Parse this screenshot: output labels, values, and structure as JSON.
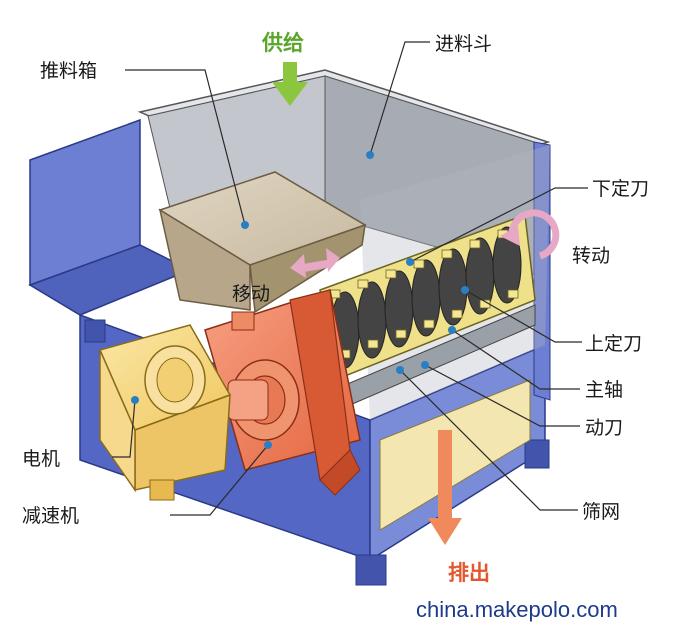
{
  "labels": {
    "supply": "供给",
    "hopper": "进料斗",
    "push_box": "推料箱",
    "lower_fixed_blade": "下定刀",
    "rotate": "转动",
    "move": "移动",
    "upper_fixed_blade": "上定刀",
    "main_shaft": "主轴",
    "moving_blade": "动刀",
    "motor": "电机",
    "reducer": "减速机",
    "screen": "筛网",
    "discharge": "排出"
  },
  "watermark": "china.makepolo.com",
  "colors": {
    "supply_arrow": "#8cc63f",
    "supply_text": "#5aa52a",
    "discharge_arrow": "#f08a5d",
    "discharge_text": "#e4572e",
    "rotate_arrow": "#e6a8c4",
    "frame_blue": "#5a6fc8",
    "hopper_gray": "#a9adb6",
    "reducer_orange": "#f07f5a",
    "motor_yellow": "#f5d27a",
    "blade_yellow": "#efe08a"
  }
}
